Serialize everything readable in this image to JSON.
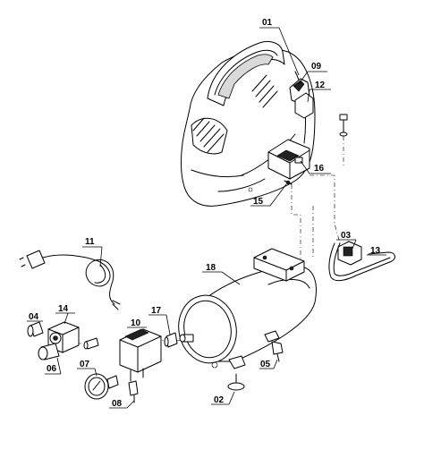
{
  "diagram": {
    "labels": [
      {
        "id": "p01",
        "text": "01"
      },
      {
        "id": "p02",
        "text": "02"
      },
      {
        "id": "p03",
        "text": "03"
      },
      {
        "id": "p04",
        "text": "04"
      },
      {
        "id": "p05",
        "text": "05"
      },
      {
        "id": "p06",
        "text": "06"
      },
      {
        "id": "p07",
        "text": "07"
      },
      {
        "id": "p08",
        "text": "08"
      },
      {
        "id": "p09",
        "text": "09"
      },
      {
        "id": "p10",
        "text": "10"
      },
      {
        "id": "p11",
        "text": "11"
      },
      {
        "id": "p12",
        "text": "12"
      },
      {
        "id": "p13",
        "text": "13"
      },
      {
        "id": "p14",
        "text": "14"
      },
      {
        "id": "p15",
        "text": "15"
      },
      {
        "id": "p16",
        "text": "16"
      },
      {
        "id": "p17",
        "text": "17"
      },
      {
        "id": "p18",
        "text": "18"
      }
    ]
  }
}
